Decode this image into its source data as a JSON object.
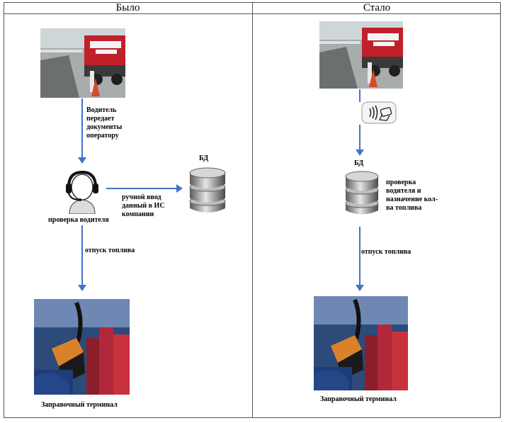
{
  "headers": {
    "before": "Было",
    "after": "Стало"
  },
  "before": {
    "driver_passes_docs": [
      "Водитель",
      "передает",
      "документы",
      "оператору"
    ],
    "db_label": "БД",
    "manual_entry": [
      "ручной ввод",
      "данный в ИС",
      "компании"
    ],
    "operator_check": "проверка водителя",
    "fuel_release": "отпуск топлива",
    "terminal_label": "Заправочный терминал"
  },
  "after": {
    "db_label": "БД",
    "check_and_assign": [
      "проверка",
      "водителя и",
      "назначение кол-",
      "ва топлива"
    ],
    "fuel_release": "отпуск топлива",
    "terminal_label": "Заправочный терминал"
  },
  "colors": {
    "arrow": "#4472c4",
    "truck_red": "#c0202a",
    "nozzle_orange": "#d9822b"
  },
  "icons": [
    "truck-photo",
    "operator-headset-icon",
    "database-icon",
    "contactless-card-icon",
    "fuel-nozzle-photo"
  ]
}
